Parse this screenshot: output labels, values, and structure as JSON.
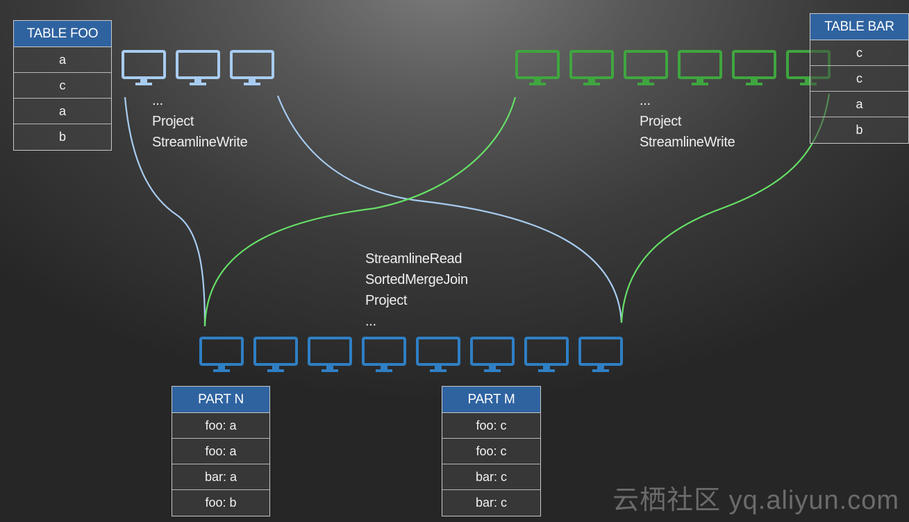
{
  "table_foo": {
    "header": "TABLE FOO",
    "rows": [
      "a",
      "c",
      "a",
      "b"
    ]
  },
  "table_bar": {
    "header": "TABLE BAR",
    "rows": [
      "c",
      "c",
      "a",
      "b"
    ]
  },
  "part_n": {
    "header": "PART N",
    "rows": [
      "foo: a",
      "foo: a",
      "bar: a",
      "foo: b"
    ]
  },
  "part_m": {
    "header": "PART M",
    "rows": [
      "foo: c",
      "foo: c",
      "bar: c",
      "bar: c"
    ]
  },
  "left_ops": [
    "...",
    "Project",
    "StreamlineWrite"
  ],
  "right_ops": [
    "...",
    "Project",
    "StreamlineWrite"
  ],
  "middle_ops": [
    "StreamlineRead",
    "SortedMergeJoin",
    "Project",
    "..."
  ],
  "watermark": "云栖社区 yq.aliyun.com",
  "colors": {
    "foo_workers": "#a8ccf0",
    "bar_workers": "#3fa63f",
    "join_workers": "#2f7fc4",
    "table_header": "#2f63a0",
    "foo_link": "#a8ccf0",
    "bar_link": "#66e066"
  },
  "workers": {
    "foo_count": 3,
    "bar_count": 6,
    "join_count": 8
  }
}
